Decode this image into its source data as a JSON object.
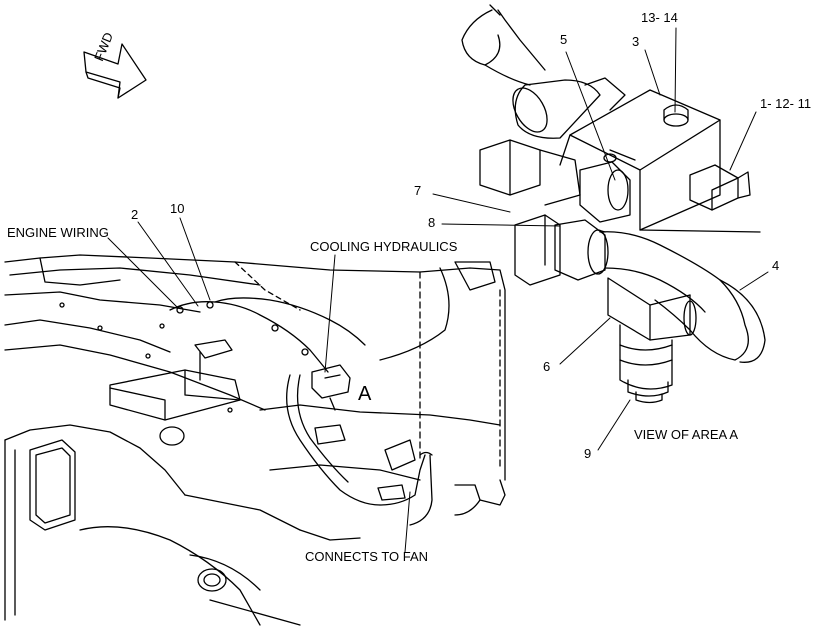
{
  "labels": {
    "fwd": "FWD",
    "engine_wiring": "ENGINE WIRING",
    "cooling_hydraulics": "COOLING HYDRAULICS",
    "connects_to_fan": "CONNECTS TO FAN",
    "view_of_area_a": "VIEW OF AREA A",
    "area_marker": "A"
  },
  "callouts": {
    "c2": "2",
    "c10": "10",
    "c5": "5",
    "c3": "3",
    "c13_14": "13- 14",
    "c1_12_11": "1- 12- 11",
    "c7": "7",
    "c8": "8",
    "c4": "4",
    "c6": "6",
    "c9": "9"
  },
  "colors": {
    "line": "#000000",
    "background": "#ffffff"
  }
}
